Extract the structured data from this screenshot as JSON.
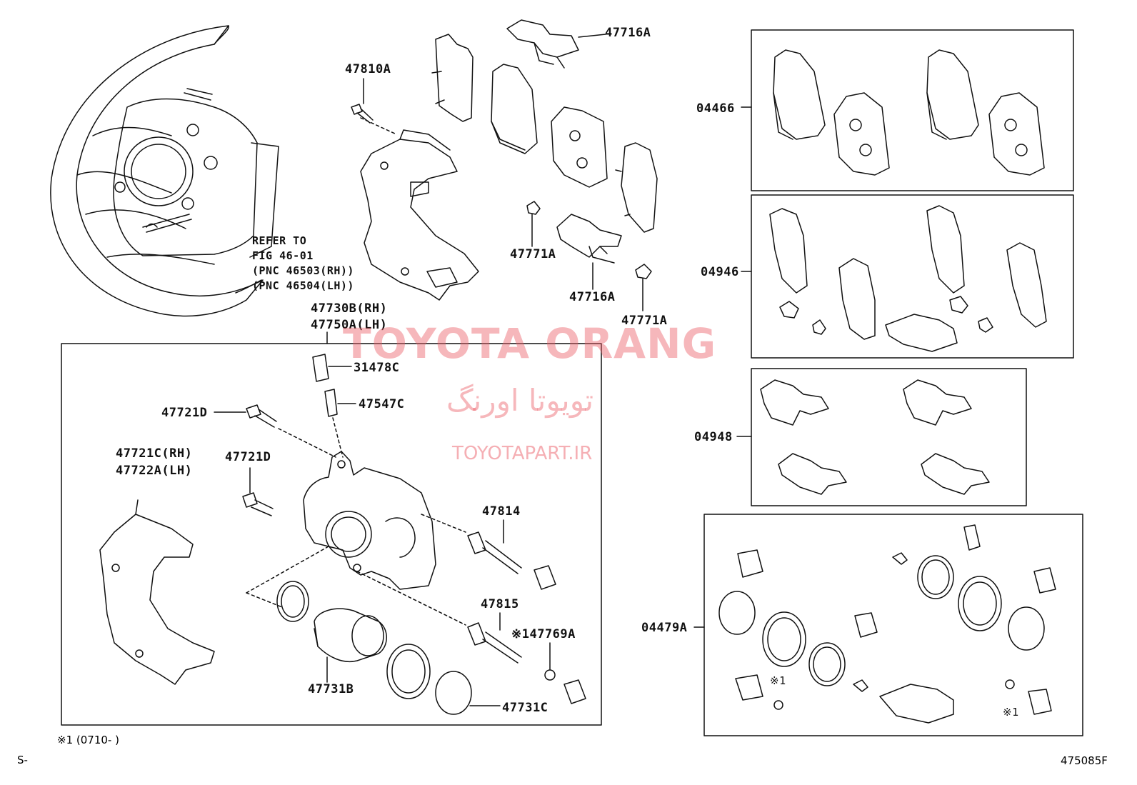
{
  "labels": {
    "l47716a_top": "47716A",
    "l47810a": "47810A",
    "l04466": "04466",
    "refer1": "REFER TO",
    "refer2": "FIG 46-01",
    "refer3": "(PNC 46503(RH))",
    "refer4": "(PNC 46504(LH))",
    "l47771a_a": "47771A",
    "l04946": "04946",
    "l47716a_b": "47716A",
    "l47771a_b": "47771A",
    "l47730b": "47730B(RH)",
    "l47750a": "47750A(LH)",
    "l31478c": "31478C",
    "l47547c": "47547C",
    "l47721d_a": "47721D",
    "l04948": "04948",
    "l47721c": "47721C(RH)",
    "l47722a": "47722A(LH)",
    "l47721d_b": "47721D",
    "l47814": "47814",
    "l47815": "47815",
    "l47769a": "※147769A",
    "l04479a": "04479A",
    "l47731b": "47731B",
    "l47731c": "47731C",
    "mark1": "※1",
    "mark2": "※1"
  },
  "watermark": {
    "main": "TOYOTA ORANG",
    "persian": "تویوتا اورنگ",
    "url": "TOYOTAPART.IR"
  },
  "footer": {
    "note": "※1 (0710-      )",
    "left_code": "S-",
    "fig_code": "475085F"
  },
  "colors": {
    "line": "#111111",
    "watermark": "#eb5f69"
  }
}
